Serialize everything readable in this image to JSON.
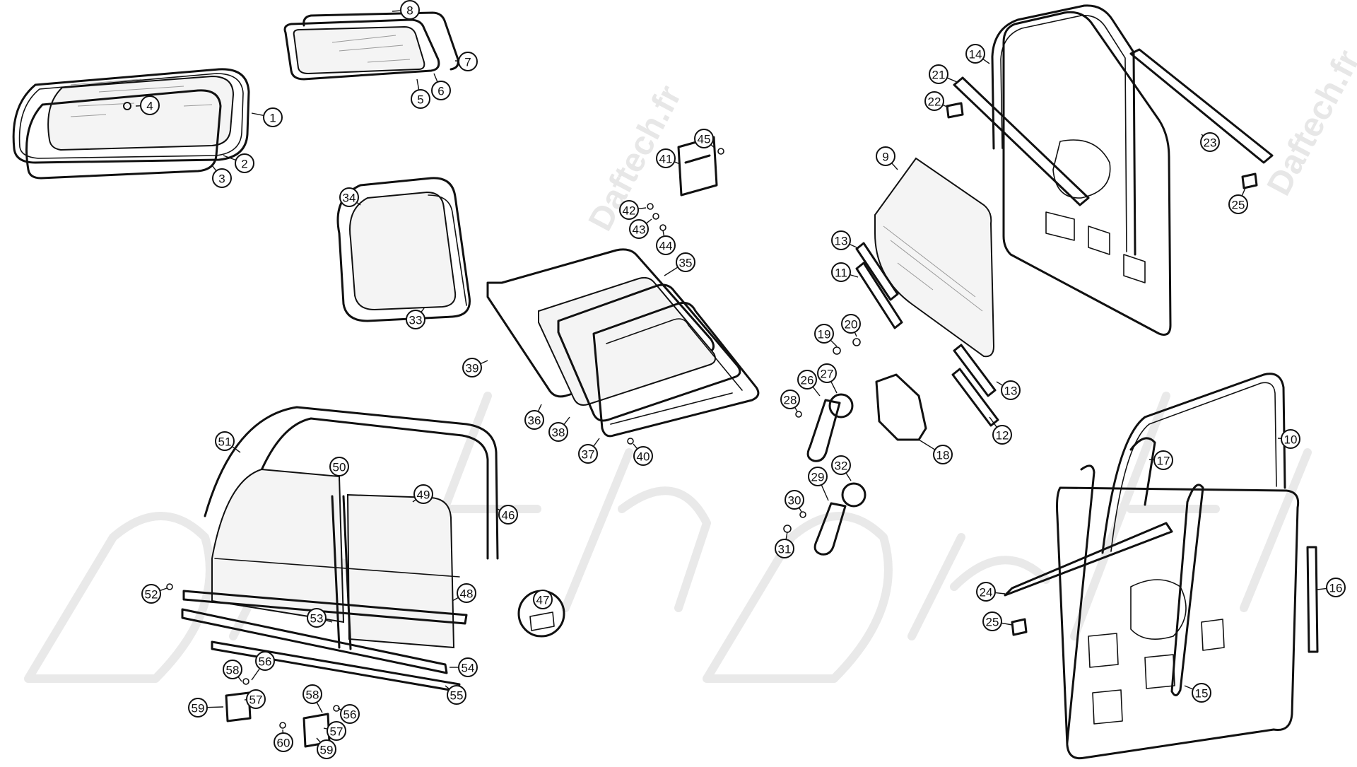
{
  "diagram": {
    "watermark": "Daftech.fr",
    "callouts": [
      {
        "label": "1"
      },
      {
        "label": "2"
      },
      {
        "label": "3"
      },
      {
        "label": "4"
      },
      {
        "label": "5"
      },
      {
        "label": "6"
      },
      {
        "label": "7"
      },
      {
        "label": "8"
      },
      {
        "label": "9"
      },
      {
        "label": "10"
      },
      {
        "label": "11"
      },
      {
        "label": "12"
      },
      {
        "label": "13"
      },
      {
        "label": "13"
      },
      {
        "label": "14"
      },
      {
        "label": "15"
      },
      {
        "label": "16"
      },
      {
        "label": "17"
      },
      {
        "label": "18"
      },
      {
        "label": "19"
      },
      {
        "label": "20"
      },
      {
        "label": "21"
      },
      {
        "label": "22"
      },
      {
        "label": "23"
      },
      {
        "label": "24"
      },
      {
        "label": "25"
      },
      {
        "label": "25"
      },
      {
        "label": "26"
      },
      {
        "label": "27"
      },
      {
        "label": "28"
      },
      {
        "label": "29"
      },
      {
        "label": "30"
      },
      {
        "label": "31"
      },
      {
        "label": "32"
      },
      {
        "label": "33"
      },
      {
        "label": "34"
      },
      {
        "label": "35"
      },
      {
        "label": "36"
      },
      {
        "label": "37"
      },
      {
        "label": "38"
      },
      {
        "label": "39"
      },
      {
        "label": "40"
      },
      {
        "label": "41"
      },
      {
        "label": "42"
      },
      {
        "label": "43"
      },
      {
        "label": "44"
      },
      {
        "label": "45"
      },
      {
        "label": "46"
      },
      {
        "label": "47"
      },
      {
        "label": "48"
      },
      {
        "label": "49"
      },
      {
        "label": "50"
      },
      {
        "label": "51"
      },
      {
        "label": "52"
      },
      {
        "label": "53"
      },
      {
        "label": "54"
      },
      {
        "label": "55"
      },
      {
        "label": "56"
      },
      {
        "label": "56"
      },
      {
        "label": "57"
      },
      {
        "label": "57"
      },
      {
        "label": "58"
      },
      {
        "label": "58"
      },
      {
        "label": "59"
      },
      {
        "label": "59"
      },
      {
        "label": "60"
      }
    ]
  }
}
